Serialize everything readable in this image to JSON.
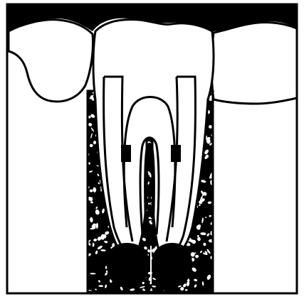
{
  "figure": {
    "kind": "dental-cross-section-illustration",
    "palette": {
      "ink": "#000000",
      "paper": "#ffffff"
    },
    "parts": [
      "frame",
      "gum-band",
      "left-tooth-crown",
      "center-tooth-crown",
      "right-tooth-crown",
      "alveolar-bone",
      "root-canal-walls",
      "periapical-lesions",
      "filling-marks"
    ]
  }
}
